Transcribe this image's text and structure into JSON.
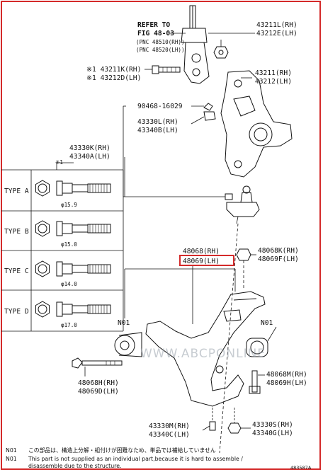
{
  "refer": {
    "line1": "REFER TO",
    "line2": "FIG 48-03",
    "line3": "(PNC 48510(RH))",
    "line4": "(PNC 48520(LH))"
  },
  "parts": {
    "p43211L": "43211L(RH)",
    "p43212E": "43212E(LH)",
    "p43211K": "※1 43211K(RH)",
    "p43212D": "※1 43212D(LH)",
    "p43211": "43211(RH)",
    "p43212": "43212(LH)",
    "p90468": "90468-16029",
    "p43330L": "43330L(RH)",
    "p43340B": "43340B(LH)",
    "p43330K": "43330K(RH)",
    "p43340A": "43340A(LH)",
    "p48068": "48068(RH)",
    "p48069": "48069(LH)",
    "p48068K": "48068K(RH)",
    "p48069F": "48069F(LH)",
    "n01_left": "N01",
    "n01_right": "N01",
    "p48068H": "48068H(RH)",
    "p48069D": "48069D(LH)",
    "p48068M": "48068M(RH)",
    "p48069H": "48069H(LH)",
    "p43330M": "43330M(RH)",
    "p43340C": "43340C(LH)",
    "p43330S": "43330S(RH)",
    "p43340G": "43340G(LH)"
  },
  "types": {
    "note": "※1",
    "rows": [
      {
        "label": "TYPE A",
        "dim": "φ15.9"
      },
      {
        "label": "TYPE B",
        "dim": "φ15.0"
      },
      {
        "label": "TYPE C",
        "dim": "φ14.0"
      },
      {
        "label": "TYPE D",
        "dim": "φ17.0"
      }
    ]
  },
  "watermark": "WWW.ABCPONLINE",
  "notes": {
    "jp_code": "N01",
    "jp_text": "この部品は、構造上分解・組付けが困難なため、単品では補給していません",
    "en_code": "N01",
    "en_line1": "This part is not supplied as an individual part,because it is hard to assemble /",
    "en_line2": "disassemble due to the structure."
  },
  "figure_code": "483587A",
  "colors": {
    "frame": "#d42a2a",
    "highlight": "#d42a2a",
    "watermark": "#9aa3ad"
  }
}
